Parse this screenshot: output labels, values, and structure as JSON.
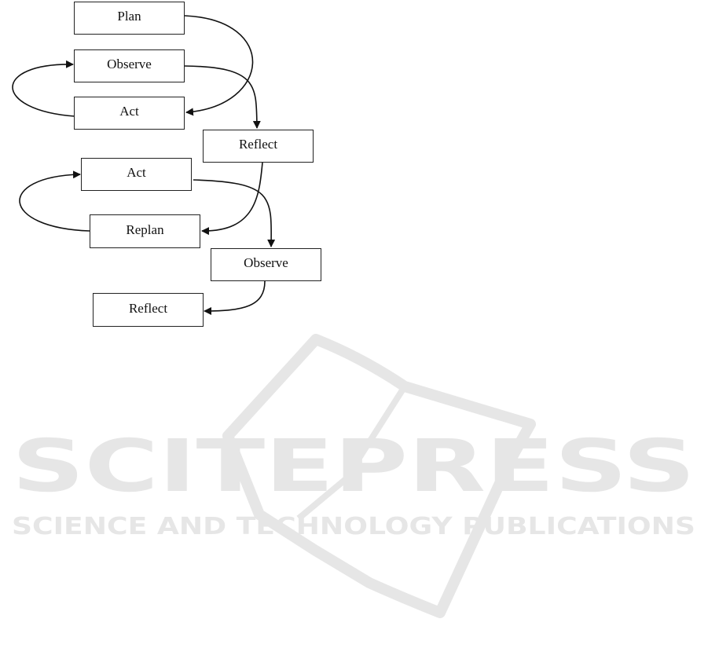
{
  "diagram": {
    "nodes": [
      {
        "id": "plan",
        "label": "Plan"
      },
      {
        "id": "observe1",
        "label": "Observe"
      },
      {
        "id": "act1",
        "label": "Act"
      },
      {
        "id": "reflect1",
        "label": "Reflect"
      },
      {
        "id": "act2",
        "label": "Act"
      },
      {
        "id": "replan",
        "label": "Replan"
      },
      {
        "id": "observe2",
        "label": "Observe"
      },
      {
        "id": "reflect2",
        "label": "Reflect"
      }
    ],
    "edges": [
      {
        "from": "plan",
        "to": "act1"
      },
      {
        "from": "act1",
        "to": "observe1"
      },
      {
        "from": "observe1",
        "to": "reflect1"
      },
      {
        "from": "reflect1",
        "to": "replan"
      },
      {
        "from": "replan",
        "to": "act2"
      },
      {
        "from": "act2",
        "to": "observe2"
      },
      {
        "from": "observe2",
        "to": "reflect2"
      }
    ]
  },
  "watermark": {
    "title": "SCITEPRESS",
    "subtitle": "SCIENCE AND TECHNOLOGY PUBLICATIONS"
  }
}
